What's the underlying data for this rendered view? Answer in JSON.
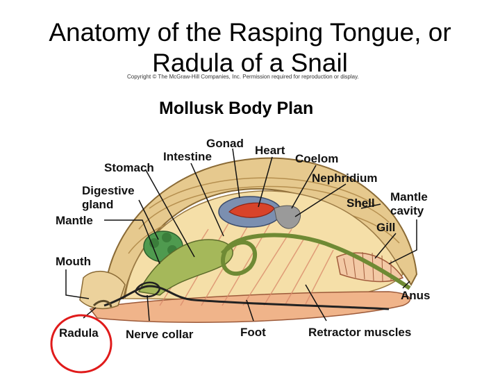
{
  "title": {
    "line1": "Anatomy of the Rasping Tongue, or",
    "line2": "Radula of a Snail"
  },
  "figure": {
    "copyright": "Copyright © The McGraw-Hill Companies, Inc. Permission required for reproduction or display.",
    "heading": "Mollusk Body Plan",
    "labels": {
      "gonad": "Gonad",
      "heart": "Heart",
      "intestine": "Intestine",
      "coelom": "Coelom",
      "stomach": "Stomach",
      "nephridium": "Nephridium",
      "digestive_gland_1": "Digestive",
      "digestive_gland_2": "gland",
      "shell": "Shell",
      "mantle_cavity_1": "Mantle",
      "mantle_cavity_2": "cavity",
      "mantle": "Mantle",
      "gill": "Gill",
      "mouth": "Mouth",
      "anus": "Anus",
      "radula": "Radula",
      "nerve_collar": "Nerve collar",
      "foot": "Foot",
      "retractor_muscles": "Retractor muscles"
    },
    "highlight_color": "#e01b1b"
  }
}
